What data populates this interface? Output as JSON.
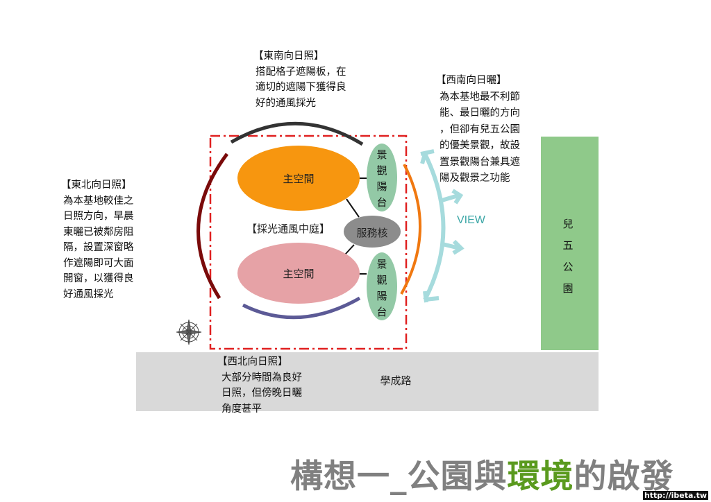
{
  "notes": {
    "southeast": {
      "title": "【東南向日照】",
      "lines": [
        "搭配格子遮陽板，在",
        "適切的遮陽下獲得良",
        "好的通風採光"
      ]
    },
    "southwest": {
      "title": "【西南向日曬】",
      "lines": [
        "為本基地最不利節",
        "能、最日曬的方向",
        "，但卻有兒五公園",
        "的優美景觀，故設",
        "置景觀陽台兼具遮",
        "陽及觀景之功能"
      ]
    },
    "northeast": {
      "title": "【東北向日照】",
      "lines": [
        "為本基地較佳之",
        "日照方向，早晨",
        "東曬已被鄰房阻",
        "隔，設置深窗略",
        "作遮陽即可大面",
        "開窗，以獲得良",
        "好通風採光"
      ]
    },
    "northwest": {
      "title": "【西北向日照】",
      "lines": [
        "大部分時間為良好",
        "日照，但傍晚日曬",
        "角度甚平"
      ]
    }
  },
  "diagram": {
    "main_space_top": "主空間",
    "main_space_bottom": "主空間",
    "balcony_top": [
      "景",
      "觀",
      "陽",
      "台"
    ],
    "balcony_bottom": [
      "景",
      "觀",
      "陽",
      "台"
    ],
    "service_core": "服務核",
    "courtyard": "【採光通風中庭】",
    "view": "VIEW",
    "park": [
      "兒",
      "五",
      "公",
      "園"
    ],
    "road": "學成路"
  },
  "title": {
    "part1": "構想一_公園與",
    "part2": "環境",
    "part3": "的啟發"
  },
  "watermark": "http://ibeta.tw",
  "colors": {
    "orange": "#f7960f",
    "pink": "#e6a2a6",
    "green": "#93c9a6",
    "park": "#8fc98a",
    "road": "#d9d9d9",
    "accent": "#5a9a1e"
  }
}
